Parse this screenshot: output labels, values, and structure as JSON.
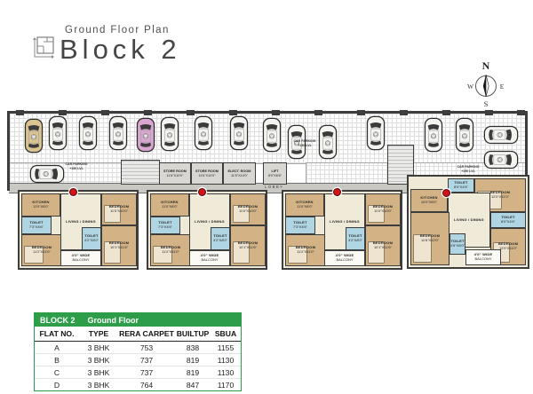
{
  "header": {
    "subtitle": "Ground Floor Plan",
    "title": "Block 2"
  },
  "compass": {
    "north": "N",
    "south": "S",
    "east": "E",
    "west": "W"
  },
  "plan": {
    "labels": {
      "lobby": "LOBBY"
    },
    "car_parking_label": {
      "line1": "CAR PARKING",
      "line2": "+150 LVL"
    },
    "service_rooms": [
      {
        "name": "STORE ROOM",
        "dims": "11'6\"X10'0\""
      },
      {
        "name": "STORE ROOM",
        "dims": "11'6\"X10'0\""
      },
      {
        "name": "ELECT. ROOM",
        "dims": "11'5\"X10'0\""
      },
      {
        "name": "LIFT",
        "dims": "8'0\"X6'6\""
      }
    ],
    "colors": {
      "white_car": "#f4f4f1",
      "beige_car": "#d9c48f",
      "pink_car": "#d9a6d2",
      "wall": "#3d3d3d",
      "bedroom": "#d3b385",
      "toilet": "#b0d6e3",
      "living": "#f0ead9",
      "service": "#d8d7d2",
      "lobby": "#c9c8c3"
    },
    "flats": [
      {
        "id": "A",
        "type": "std",
        "rooms": {
          "kitchen": {
            "label": "KITCHEN",
            "dims": "11'0\"X8'0\""
          },
          "toilet_left": {
            "label": "TOILET",
            "dims": "7'3\"X4'6\""
          },
          "bedroom_bl": {
            "label": "BEDROOM",
            "dims": "11'2\"X11'0\""
          },
          "living": {
            "label": "LIVING / DINING",
            "dims": ""
          },
          "toilet_c": {
            "label": "TOILET",
            "dims": "4'2\"X8'0\""
          },
          "bedroom_tr": {
            "label": "BEDROOM",
            "dims": "11'0\"X10'0\""
          },
          "bedroom_br": {
            "label": "BEDROOM",
            "dims": "10'1\"X11'6\""
          },
          "balcony": {
            "label": "4'0\" WIDE",
            "dims": "BALCONY"
          }
        }
      },
      {
        "id": "B",
        "type": "std",
        "rooms": {
          "kitchen": {
            "label": "KITCHEN",
            "dims": "11'0\"X8'0\""
          },
          "toilet_left": {
            "label": "TOILET",
            "dims": "7'3\"X4'6\""
          },
          "bedroom_bl": {
            "label": "BEDROOM",
            "dims": "11'2\"X11'0\""
          },
          "living": {
            "label": "LIVING / DINING",
            "dims": ""
          },
          "toilet_c": {
            "label": "TOILET",
            "dims": "4'2\"X8'0\""
          },
          "bedroom_tr": {
            "label": "BEDROOM",
            "dims": "11'0\"X10'0\""
          },
          "bedroom_br": {
            "label": "BEDROOM",
            "dims": "10'1\"X11'6\""
          },
          "balcony": {
            "label": "4'0\" WIDE",
            "dims": "BALCONY"
          }
        }
      },
      {
        "id": "C",
        "type": "std",
        "rooms": {
          "kitchen": {
            "label": "KITCHEN",
            "dims": "11'0\"X8'0\""
          },
          "toilet_left": {
            "label": "TOILET",
            "dims": "7'3\"X4'6\""
          },
          "bedroom_bl": {
            "label": "BEDROOM",
            "dims": "11'2\"X11'0\""
          },
          "living": {
            "label": "LIVING / DINING",
            "dims": ""
          },
          "toilet_c": {
            "label": "TOILET",
            "dims": "4'2\"X8'0\""
          },
          "bedroom_tr": {
            "label": "BEDROOM",
            "dims": "11'0\"X10'0\""
          },
          "bedroom_br": {
            "label": "BEDROOM",
            "dims": "10'1\"X11'6\""
          },
          "balcony": {
            "label": "4'0\" WIDE",
            "dims": "BALCONY"
          }
        }
      },
      {
        "id": "D",
        "type": "alt",
        "rooms": {
          "kitchen": {
            "label": "KITCHEN",
            "dims": "10'0\"X8'0\""
          },
          "toilet_top": {
            "label": "TOILET",
            "dims": "8'0\"X4'6\""
          },
          "bedroom_tr": {
            "label": "BEDROOM",
            "dims": "12'0\"X11'0\""
          },
          "living": {
            "label": "LIVING / DINING",
            "dims": ""
          },
          "toilet_right": {
            "label": "TOILET",
            "dims": "8'0\"X4'6\""
          },
          "bedroom_bl": {
            "label": "BEDROOM",
            "dims": "11'6\"X12'0\""
          },
          "toilet_c": {
            "label": "TOILET",
            "dims": "4'6\"X8'0\""
          },
          "bedroom_br": {
            "label": "BEDROOM",
            "dims": "12'0\"X11'0\""
          },
          "balcony": {
            "label": "4'0\" WIDE",
            "dims": "BALCONY"
          }
        }
      }
    ]
  },
  "table": {
    "title": "BLOCK 2",
    "subtitle": "Ground Floor",
    "columns": [
      "FLAT NO.",
      "TYPE",
      "RERA CARPET",
      "BUILTUP",
      "SBUA"
    ],
    "rows": [
      [
        "A",
        "3 BHK",
        "753",
        "838",
        "1155"
      ],
      [
        "B",
        "3 BHK",
        "737",
        "819",
        "1130"
      ],
      [
        "C",
        "3 BHK",
        "737",
        "819",
        "1130"
      ],
      [
        "D",
        "3 BHK",
        "764",
        "847",
        "1170"
      ]
    ]
  },
  "accent_green": "#2e9d49"
}
